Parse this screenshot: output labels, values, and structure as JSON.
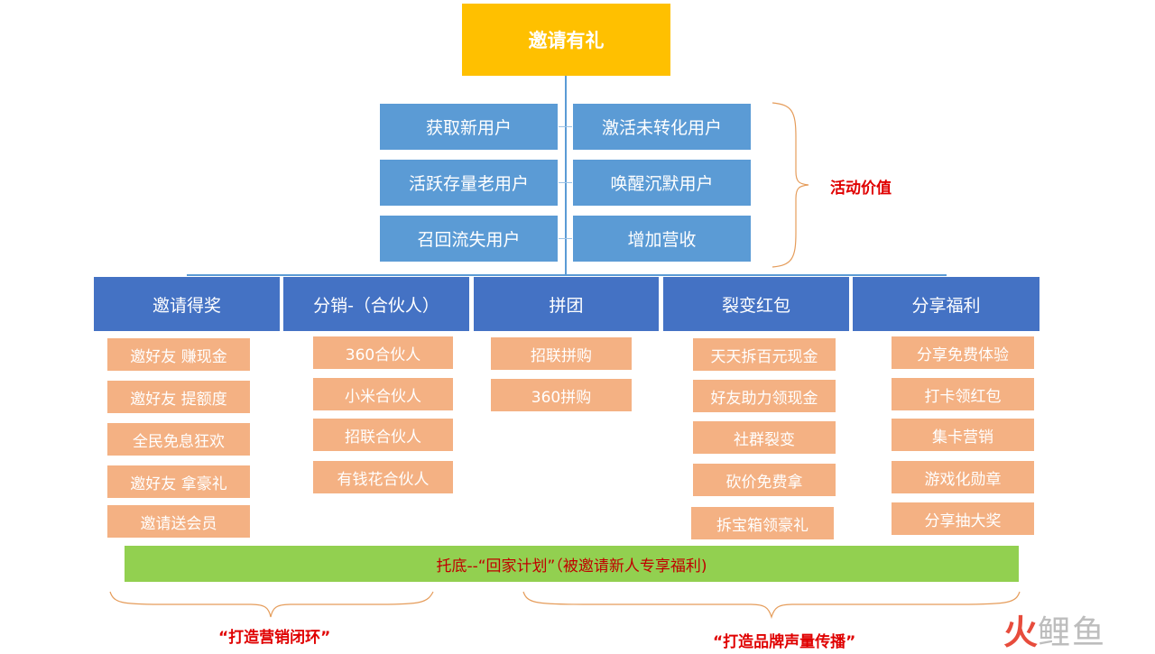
{
  "root": {
    "label": "邀请有礼"
  },
  "activity_values": {
    "items": [
      "获取新用户",
      "激活未转化用户",
      "活跃存量老用户",
      "唤醒沉默用户",
      "召回流失用户",
      "增加营收"
    ],
    "brace_label": "活动价值"
  },
  "categories": [
    {
      "label": "邀请得奖",
      "items": [
        "邀好友 赚现金",
        "邀好友 提额度",
        "全民免息狂欢",
        "邀好友  拿豪礼",
        "邀请送会员"
      ]
    },
    {
      "label": "分销-（合伙人）",
      "items": [
        "360合伙人",
        "小米合伙人",
        "招联合伙人",
        "有钱花合伙人"
      ]
    },
    {
      "label": "拼团",
      "items": [
        "招联拼购",
        "360拼购"
      ]
    },
    {
      "label": "裂变红包",
      "items": [
        "天天拆百元现金",
        "好友助力领现金",
        "社群裂变",
        "砍价免费拿",
        "拆宝箱领豪礼"
      ]
    },
    {
      "label": "分享福利",
      "items": [
        "分享免费体验",
        "打卡领红包",
        "集卡营销",
        "游戏化勋章",
        "分享抽大奖"
      ]
    }
  ],
  "foundation": {
    "label": "托底--“回家计划”（被邀请新人专享福利)"
  },
  "bottom_labels": {
    "left": "“打造营销闭环”",
    "right": "“打造品牌声量传播”"
  },
  "watermark": {
    "icon": "火",
    "text": "鲤鱼"
  },
  "colors": {
    "root": "#ffc000",
    "value_box": "#5b9bd5",
    "category": "#4472c4",
    "item": "#f4b183",
    "foundation": "#92d050",
    "highlight_text": "#e00000"
  }
}
